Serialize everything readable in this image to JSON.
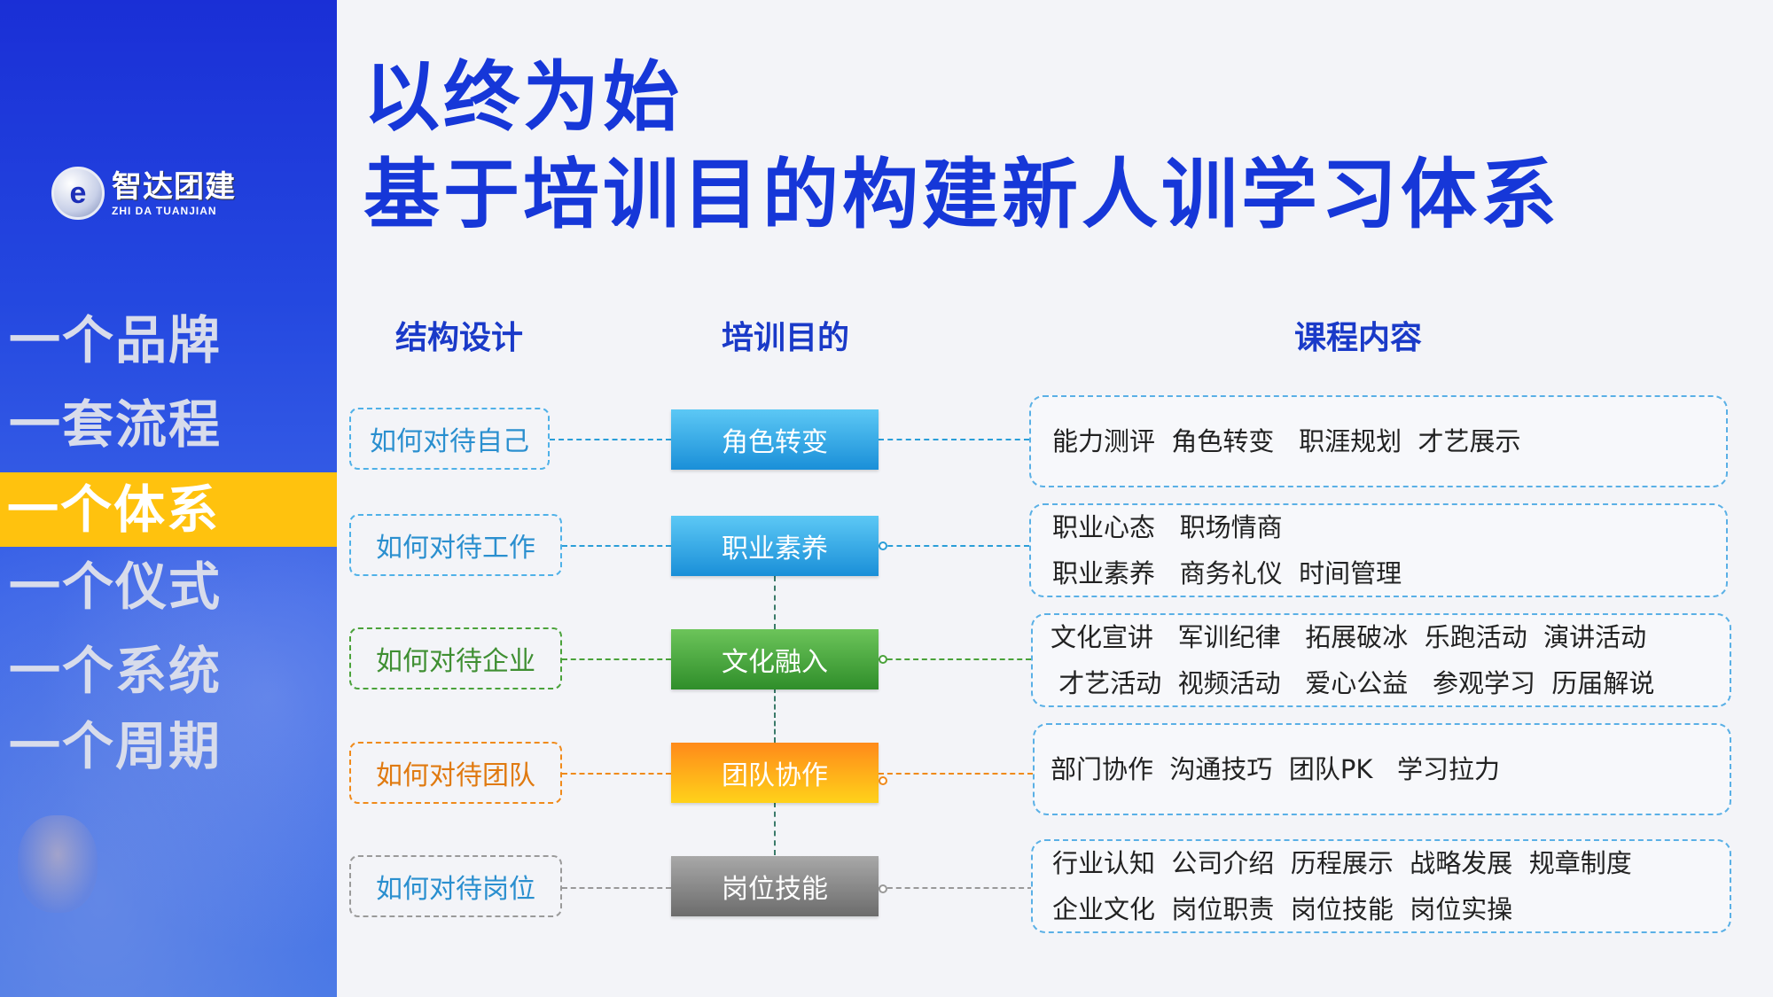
{
  "sidebar": {
    "logo": {
      "cn": "智达团建",
      "en": "ZHI DA TUANJIAN",
      "mark": "e"
    },
    "items": [
      {
        "label": "一个品牌"
      },
      {
        "label": "一套流程"
      },
      {
        "label": "一个体系"
      },
      {
        "label": "一个仪式"
      },
      {
        "label": "一个系统"
      },
      {
        "label": "一个周期"
      }
    ],
    "active_index": 2
  },
  "title": {
    "line1": "以终为始",
    "line2": "基于培训目的构建新人训学习体系"
  },
  "columns": {
    "structure": "结构设计",
    "purpose": "培训目的",
    "content": "课程内容"
  },
  "rows": [
    {
      "structure": "如何对待自己",
      "purpose": "角色转变",
      "content": [
        "能力测评  角色转变   职涯规划  才艺展示"
      ],
      "color": "#2a9ed8"
    },
    {
      "structure": "如何对待工作",
      "purpose": "职业素养",
      "content": [
        "职业心态   职场情商",
        "职业素养   商务礼仪  时间管理"
      ],
      "color": "#2a9ed8"
    },
    {
      "structure": "如何对待企业",
      "purpose": "文化融入",
      "content": [
        "文化宣讲   军训纪律   拓展破冰  乐跑活动  演讲活动",
        " 才艺活动  视频活动   爱心公益   参观学习  历届解说"
      ],
      "color": "#4aa23a"
    },
    {
      "structure": "如何对待团队",
      "purpose": "团队协作",
      "content": [
        "部门协作  沟通技巧  团队PK   学习拉力"
      ],
      "color": "#f08a1a"
    },
    {
      "structure": "如何对待岗位",
      "purpose": "岗位技能",
      "content": [
        "行业认知  公司介绍  历程展示  战略发展  规章制度",
        "企业文化  岗位职责  岗位技能  岗位实操"
      ],
      "color": "#8a8a8a"
    }
  ],
  "colors": {
    "accent": "#1637d8",
    "highlight": "#ffc20e",
    "content_border": "#5ab0e6"
  }
}
